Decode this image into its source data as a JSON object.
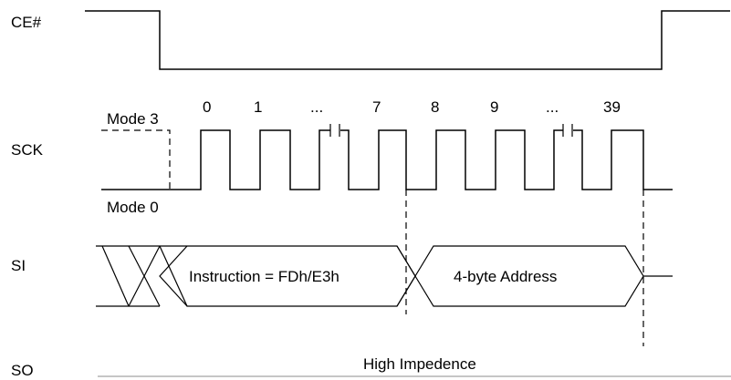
{
  "signals": {
    "ce": "CE#",
    "sck": "SCK",
    "si": "SI",
    "so": "SO"
  },
  "modes": {
    "mode3": "Mode 3",
    "mode0": "Mode 0"
  },
  "clock_labels": [
    "0",
    "1",
    "...",
    "7",
    "8",
    "9",
    "...",
    "39"
  ],
  "si_fields": {
    "instruction": "Instruction = FDh/E3h",
    "address": "4-byte Address"
  },
  "so_state": "High Impedence"
}
